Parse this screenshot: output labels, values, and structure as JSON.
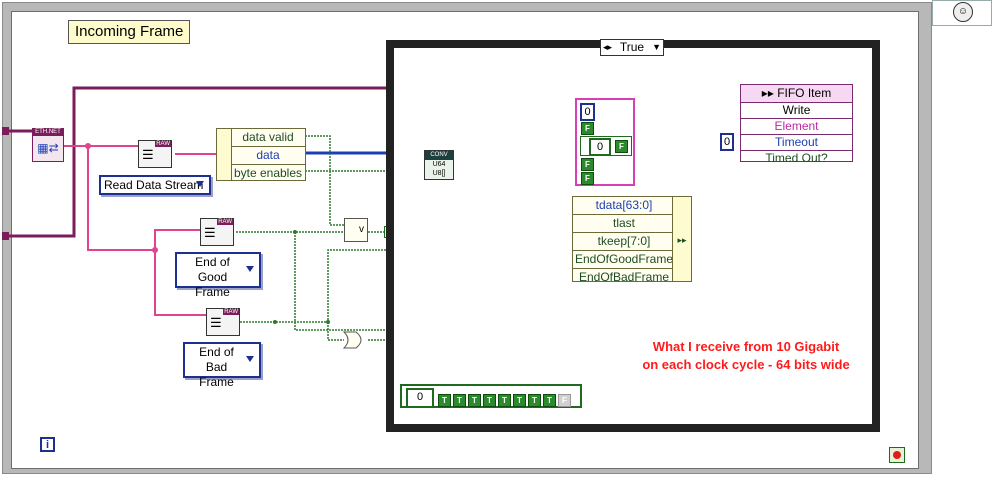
{
  "labels": {
    "incoming_frame": "Incoming Frame",
    "case_selector": "True",
    "ethernet_node": "ETH.NET",
    "read_stream_ring": "Read Data Stream",
    "end_good_ring": "End of Good Frame",
    "end_bad_ring": "End of Bad Frame",
    "raw_label": "RAW",
    "conv_label": "CONV",
    "conv_type_top": "U64",
    "conv_type_bottom": "U8[]",
    "fifo_title": "FIFO Item",
    "true_const": "T",
    "false_const": "F",
    "zero": "0",
    "info": "i"
  },
  "stream_cluster": {
    "rows": [
      "data valid",
      "data",
      "byte enables"
    ]
  },
  "axis_bundle": {
    "rows": [
      "tdata[63:0]",
      "tlast",
      "tkeep[7:0]",
      "EndOfGoodFrame",
      "EndOfBadFrame"
    ]
  },
  "fifo": {
    "rows": [
      "Write",
      "Element",
      "Timeout",
      "Timed Out?"
    ],
    "timeout_const": "0"
  },
  "bool_array": {
    "index": "0",
    "values": [
      "T",
      "T",
      "T",
      "T",
      "T",
      "T",
      "T",
      "T",
      "F"
    ]
  },
  "annotation": {
    "line1": "What I receive from 10 Gigabit",
    "line2": "on each clock cycle - 64 bits wide"
  },
  "colors": {
    "annotation": "#ff1b1b",
    "ethernet_wire": "#7a1d5a",
    "raw_wire": "#e0448f",
    "data_wire": "#1d3fb3",
    "bool_wire": "#1f6a1f"
  }
}
